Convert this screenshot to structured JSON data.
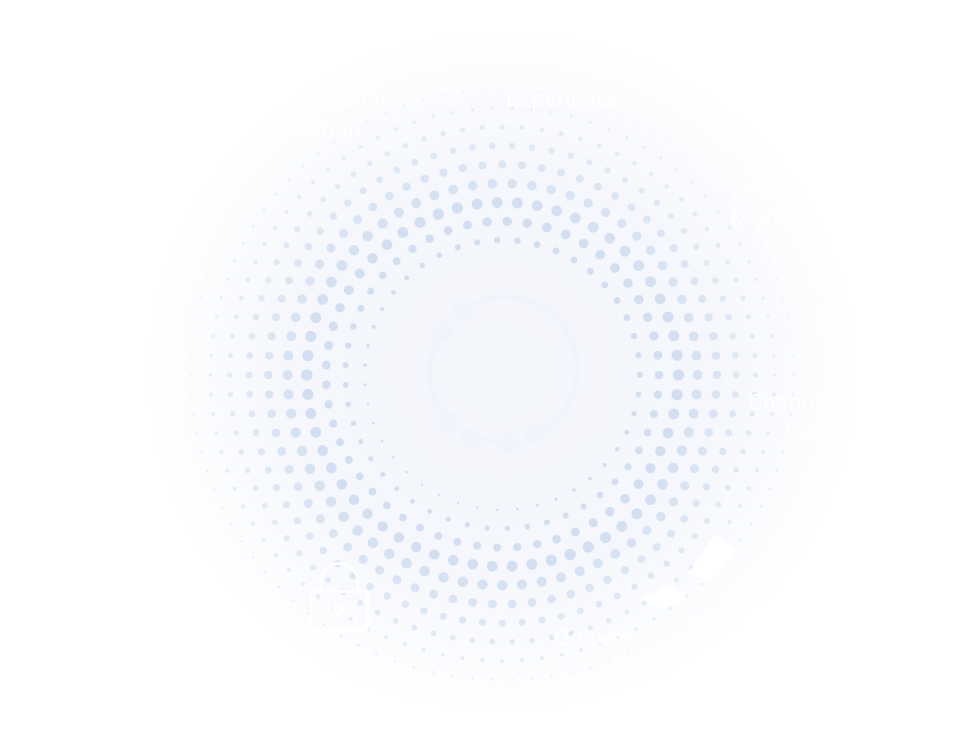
{
  "labels": {
    "transaction": "Transaction",
    "automation": "Automation",
    "experience": "Experience",
    "scale": "Scal",
    "grab": "& grab",
    "change": "Change t",
    "landscape": "Lan",
    "go_next": "Go next"
  },
  "icons": [
    "orbit-icon",
    "infinity-icon",
    "lock-icon",
    "rocket-icon"
  ],
  "colors": {
    "dot": "#d3dff1",
    "icon": "#eef3fb",
    "text": "#ffffff"
  }
}
